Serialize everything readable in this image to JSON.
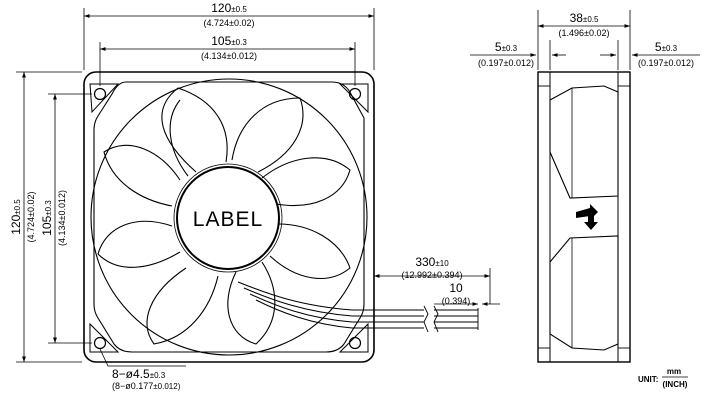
{
  "front_view": {
    "overall_width": {
      "value": "120",
      "tolerance": "±0.5",
      "inch": "(4.724±0.02)"
    },
    "hole_spacing_width": {
      "value": "105",
      "tolerance": "±0.3",
      "inch": "(4.134±0.012)"
    },
    "overall_height": {
      "value": "120",
      "tolerance": "±0.5",
      "inch": "(4.724±0.02)"
    },
    "hole_spacing_height": {
      "value": "105",
      "tolerance": "±0.3",
      "inch": "(4.134±0.012)"
    },
    "hub_label": "LABEL",
    "mount_holes": {
      "line1": "8−ø4.5",
      "line1_tol": "±0.3",
      "line2": "(8−ø0.177",
      "line2_tol": "±0.012)"
    }
  },
  "cable": {
    "length": {
      "value": "330",
      "tolerance": "±10",
      "inch": "(12.992±0.394)"
    },
    "strip": {
      "value": "10",
      "inch": "(0.394)"
    }
  },
  "side_view": {
    "thickness": {
      "value": "38",
      "tolerance": "±0.5",
      "inch": "(1.496±0.02)"
    },
    "left_flange": {
      "value": "5",
      "tolerance": "±0.3",
      "inch": "(0.197±0.012)"
    },
    "right_flange": {
      "value": "5",
      "tolerance": "±0.3",
      "inch": "(0.197±0.012)"
    }
  },
  "units": {
    "prefix": "UNIT:",
    "numerator": "mm",
    "denominator": "(INCH)"
  }
}
